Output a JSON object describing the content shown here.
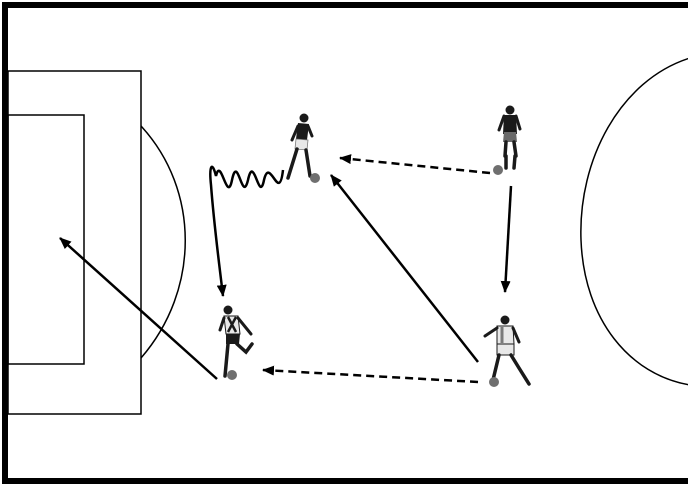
{
  "diagram": {
    "colors": {
      "background": "#ffffff",
      "lines": "#000000",
      "player_dark": "#1a1a1a",
      "player_mid": "#7a7a7a",
      "player_light": "#e8e8e8",
      "ball": "#6f6f6f"
    },
    "players": [
      {
        "id": "player-top-left",
        "pose": "dribbling",
        "shirt": "dark",
        "has_ball": true
      },
      {
        "id": "player-top-right",
        "pose": "standing",
        "shirt": "dark",
        "has_ball": true
      },
      {
        "id": "player-bottom-left",
        "pose": "shooting",
        "shirt": "striped",
        "has_ball": true
      },
      {
        "id": "player-bottom-right",
        "pose": "passing",
        "shirt": "light",
        "has_ball": true
      }
    ],
    "movements": [
      {
        "id": "pass-top-right-to-top-left",
        "type": "pass",
        "style": "dashed"
      },
      {
        "id": "run-top-right-to-bottom-right",
        "type": "run",
        "style": "solid"
      },
      {
        "id": "pass-bottom-right-to-top-left",
        "type": "pass",
        "style": "solid"
      },
      {
        "id": "pass-bottom-right-to-bottom-left",
        "type": "pass",
        "style": "dashed"
      },
      {
        "id": "dribble-top-left-to-bottom-left",
        "type": "dribble",
        "style": "zigzag"
      },
      {
        "id": "shot-bottom-left-to-goal",
        "type": "shot",
        "style": "solid"
      }
    ]
  }
}
